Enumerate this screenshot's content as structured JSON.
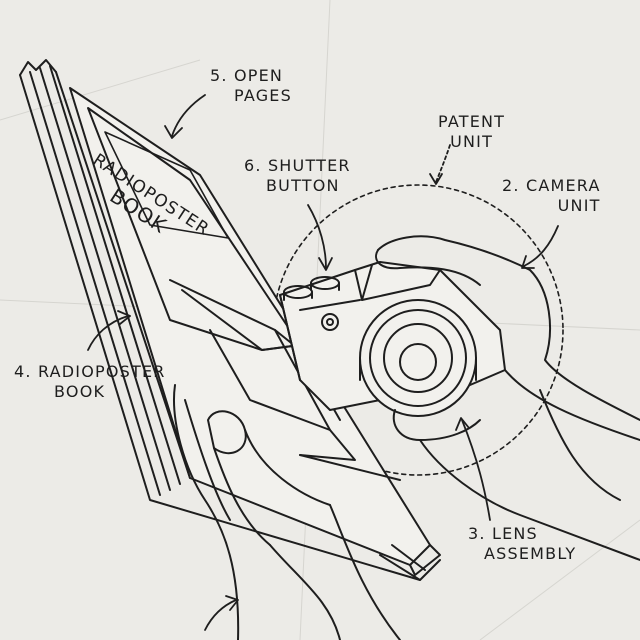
{
  "labels": {
    "open_pages": [
      "5. OPEN",
      "PAGES"
    ],
    "patent_unit": [
      "PATENT",
      "UNIT"
    ],
    "shutter_button": [
      "6. SHUTTER",
      "BUTTON"
    ],
    "camera_unit": [
      "2. CAMERA",
      "UNIT"
    ],
    "radioposter_book": [
      "4. RADIOPOSTER",
      "BOOK"
    ],
    "lens_assembly": [
      "3. LENS",
      "ASSEMBLY"
    ],
    "book_cover_title": [
      "RADIOPOSTER",
      "BOOK"
    ]
  },
  "colors": {
    "paper": "#ecebe7",
    "ink": "#1e1e1e"
  },
  "icons": [
    "arrow-icon",
    "dashed-circle",
    "camera-drawing",
    "book-drawing",
    "hand-drawing"
  ]
}
